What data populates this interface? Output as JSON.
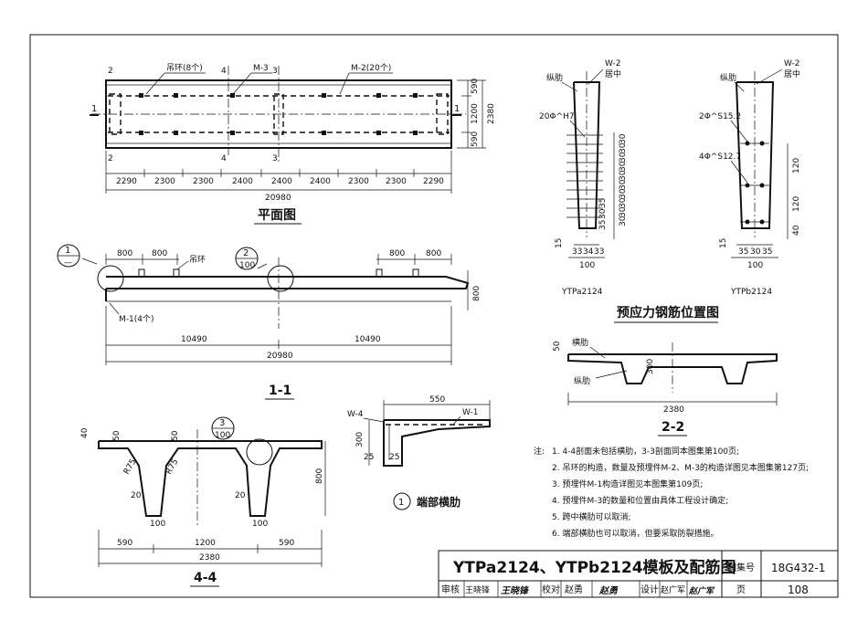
{
  "plan": {
    "title": "平面图",
    "labels": {
      "hoop": "吊环(8个)",
      "m3": "M-3",
      "m2": "M-2(20个)"
    },
    "section_marks": [
      "1",
      "1",
      "2",
      "2",
      "4",
      "4",
      "3",
      "3"
    ],
    "dims_bottom": [
      "2290",
      "2300",
      "2300",
      "2400",
      "2400",
      "2400",
      "2300",
      "2300",
      "2290"
    ],
    "total_length": "20980",
    "dims_right": [
      "590",
      "1200",
      "590"
    ],
    "total_width": "2380"
  },
  "sec11": {
    "title": "1-1",
    "callout1": {
      "num": "1",
      "ref": "—"
    },
    "callout2": {
      "num": "2",
      "ref": "100"
    },
    "dims_top_left": [
      "800",
      "800"
    ],
    "dims_top_right": [
      "800",
      "800"
    ],
    "hoop_label": "吊环",
    "m1_label": "M-1(4个)",
    "height": "800",
    "half_dims": [
      "10490",
      "10490"
    ],
    "total": "20980"
  },
  "sec44": {
    "title": "4-4",
    "callout": {
      "num": "3",
      "ref": "100"
    },
    "dims": [
      "40",
      "50",
      "50",
      "R75",
      "R75",
      "20",
      "20",
      "100",
      "100",
      "800"
    ],
    "bottom_dims": [
      "590",
      "1200",
      "590"
    ],
    "total": "2380"
  },
  "end_rib": {
    "label_num": "1",
    "label_text": "端部横肋",
    "dims": [
      "550",
      "W-4",
      "W-1",
      "300",
      "25",
      "25"
    ]
  },
  "prestress": {
    "title": "预应力钢筋位置图",
    "ytpa": {
      "name": "YTPa2124",
      "labels": [
        "纵肋",
        "W-2",
        "居中",
        "20Φ^H7"
      ],
      "spacing": [
        "30",
        "30",
        "30",
        "30",
        "30",
        "30",
        "30",
        "30",
        "30",
        "30",
        "35",
        "30",
        "35"
      ],
      "bottom_dims": [
        "33",
        "34",
        "33"
      ],
      "bottom_total": "100",
      "bottom_left": "15"
    },
    "ytpb": {
      "name": "YTPb2124",
      "labels": [
        "纵肋",
        "W-2",
        "居中",
        "2Φ^S15.2",
        "4Φ^S12.7"
      ],
      "spacing": [
        "120",
        "120",
        "40"
      ],
      "bottom_dims": [
        "35",
        "30",
        "35"
      ],
      "bottom_total": "100",
      "bottom_left": "15"
    }
  },
  "sec22": {
    "title": "2-2",
    "labels": {
      "cross_rib": "横肋",
      "long_rib": "纵肋"
    },
    "dims": [
      "50",
      "300"
    ],
    "total": "2380"
  },
  "notes": {
    "prefix": "注:",
    "items": [
      "1. 4-4剖面未包括横肋，3-3剖面同本图集第100页;",
      "2. 吊环的构造，数量及预埋件M-2、M-3的构造详图见本图集第127页;",
      "3. 预埋件M-1构造详图见本图集第109页;",
      "4. 预埋件M-3的数量和位置由具体工程设计确定;",
      "5. 跨中横肋可以取消;",
      "6. 端部横肋也可以取消，但要采取防裂措施。"
    ]
  },
  "titleblock": {
    "title": "YTPa2124、YTPb2124模板及配筋图",
    "atlas_label": "图集号",
    "atlas_no": "18G432-1",
    "review_label": "审核",
    "review_name": "王晓锋",
    "check_label": "校对",
    "check_name": "赵勇",
    "design_label": "设计",
    "design_name": "赵广军",
    "page_label": "页",
    "page_no": "108"
  }
}
